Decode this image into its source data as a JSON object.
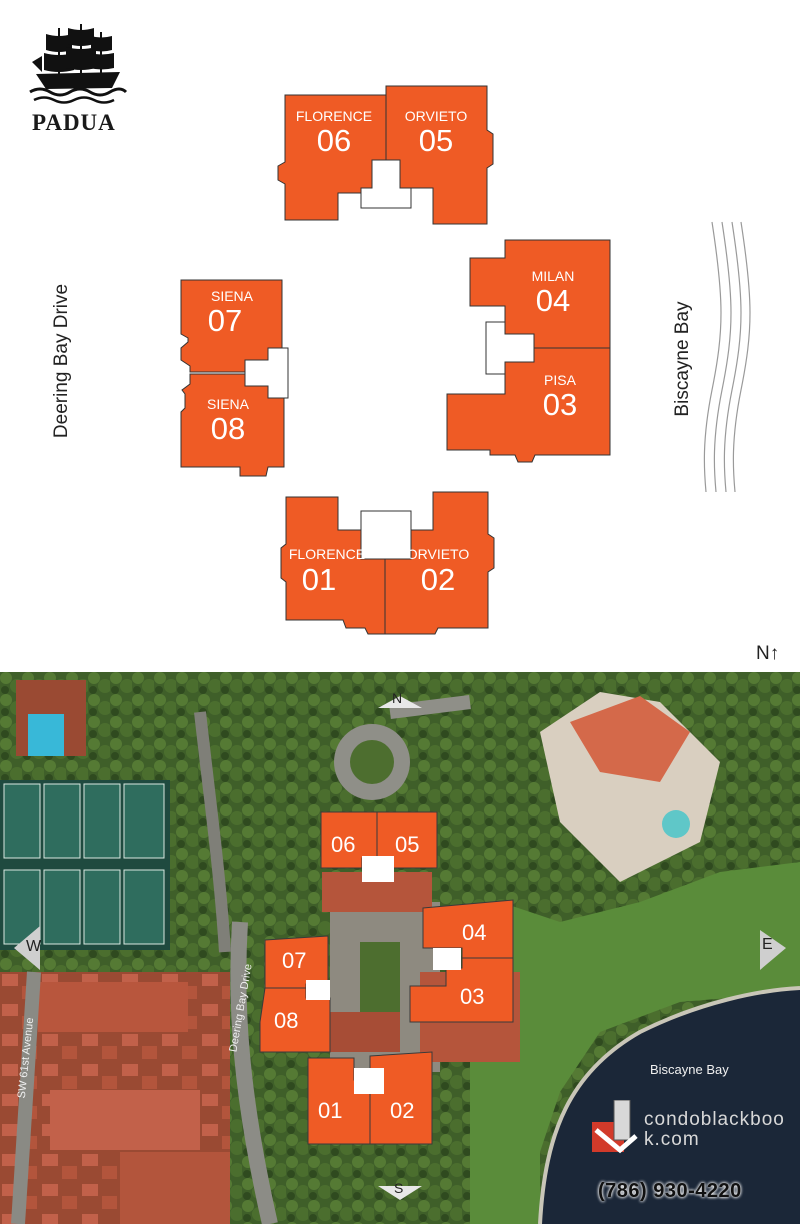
{
  "brand": {
    "name": "PADUA"
  },
  "site_plan": {
    "north_indicator": "N↑",
    "west_road": "Deering Bay Drive",
    "east_water": "Biscayne Bay",
    "buildings": [
      {
        "id": "06",
        "name": "FLORENCE",
        "number": "06"
      },
      {
        "id": "05",
        "name": "ORVIETO",
        "number": "05"
      },
      {
        "id": "04",
        "name": "MILAN",
        "number": "04"
      },
      {
        "id": "03",
        "name": "PISA",
        "number": "03"
      },
      {
        "id": "07",
        "name": "SIENA",
        "number": "07"
      },
      {
        "id": "08",
        "name": "SIENA",
        "number": "08"
      },
      {
        "id": "01",
        "name": "FLORENCE",
        "number": "01"
      },
      {
        "id": "02",
        "name": "ORVIETO",
        "number": "02"
      }
    ]
  },
  "aerial": {
    "compass": {
      "n": "N",
      "s": "S",
      "e": "E",
      "w": "W"
    },
    "labels": {
      "bay": "Biscayne Bay",
      "drive": "Deering Bay Drive",
      "avenue": "SW 61st Avenue"
    },
    "building_numbers": [
      "06",
      "05",
      "04",
      "03",
      "07",
      "08",
      "01",
      "02"
    ]
  },
  "watermark": {
    "logo_text": "condoblackbook.com",
    "phone": "(786) 930-4220"
  },
  "colors": {
    "building": "#ef5b25",
    "building_stroke": "#333333",
    "aerial_vegetation": "#4a6b2f",
    "aerial_roof": "#b6533a",
    "water": "#1b2738"
  }
}
